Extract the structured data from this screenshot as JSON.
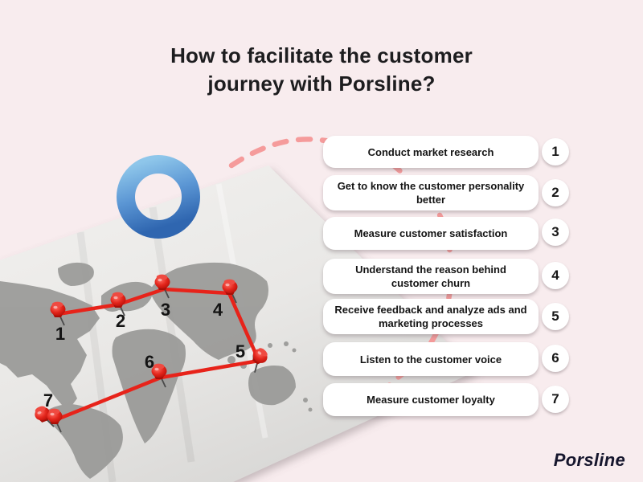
{
  "title": {
    "line1": "How to facilitate the customer",
    "line2": "journey with Porsline?"
  },
  "steps": [
    {
      "number": "1",
      "label": "Conduct market research"
    },
    {
      "number": "2",
      "label": "Get to know the customer personality better"
    },
    {
      "number": "3",
      "label": "Measure customer satisfaction"
    },
    {
      "number": "4",
      "label": "Understand the reason behind customer churn"
    },
    {
      "number": "5",
      "label": "Receive feedback and analyze ads and marketing processes"
    },
    {
      "number": "6",
      "label": "Listen to the customer voice"
    },
    {
      "number": "7",
      "label": "Measure customer loyalty"
    }
  ],
  "map": {
    "pin_labels": [
      "1",
      "2",
      "3",
      "4",
      "5",
      "6",
      "7"
    ]
  },
  "logo": {
    "text": "Porsline"
  },
  "colors": {
    "background": "#f8ecee",
    "card_background": "#ffffff",
    "route_red": "#e7231a",
    "pin_red": "#d3140c",
    "dashed_line": "#f59b9b",
    "ring_blue_light": "#8ec6ea",
    "ring_blue_dark": "#2f66b0",
    "continent_gray": "#999997",
    "text_dark": "#1d1d1f",
    "logo_color": "#16162d"
  }
}
